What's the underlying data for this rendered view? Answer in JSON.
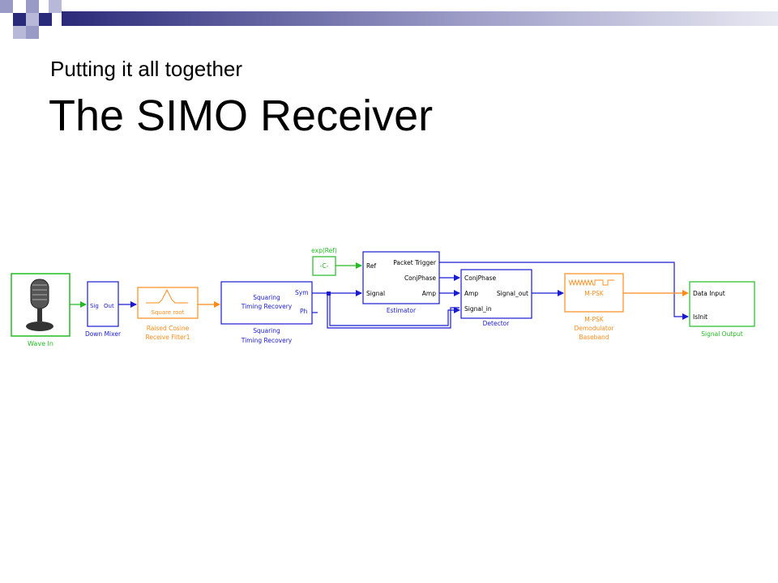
{
  "slide": {
    "subtitle": "Putting it all together",
    "title": "The SIMO Receiver"
  },
  "colors": {
    "green": "#22bb22",
    "blue": "#1a1ad0",
    "orange": "#ff8c1a",
    "banner_dark": "#2a2a7a",
    "banner_mid": "#8c8cc0"
  },
  "blocks": {
    "wave_in": {
      "label": "Wave In",
      "icon": "microphone-icon"
    },
    "down_mixer": {
      "port_in": "Sig",
      "port_out": "Out",
      "label": "Down Mixer"
    },
    "raised_cosine": {
      "inner": "Square root",
      "label1": "Raised Cosine",
      "label2": "Receive Filter1"
    },
    "timing": {
      "inner1": "Squaring",
      "inner2": "Timing Recovery",
      "port_sym": "Sym",
      "port_ph": "Ph",
      "label1": "Squaring",
      "label2": "Timing Recovery"
    },
    "constant": {
      "top_label": "exp(Ref)",
      "value": "-C-"
    },
    "estimator": {
      "port_ref": "Ref",
      "port_signal": "Signal",
      "out_trigger": "Packet Trigger",
      "out_conj": "ConjPhase",
      "out_amp": "Amp",
      "label": "Estimator"
    },
    "detector": {
      "in_conj": "ConjPhase",
      "in_amp": "Amp",
      "in_signal": "Signal_in",
      "out_signal": "Signal_out",
      "label": "Detector"
    },
    "mpsk": {
      "inner": "M-PSK",
      "label1": "M-PSK",
      "label2": "Demodulator",
      "label3": "Baseband"
    },
    "signal_output": {
      "port_data": "Data Input",
      "port_init": "IsInit",
      "label": "Signal Output"
    }
  }
}
